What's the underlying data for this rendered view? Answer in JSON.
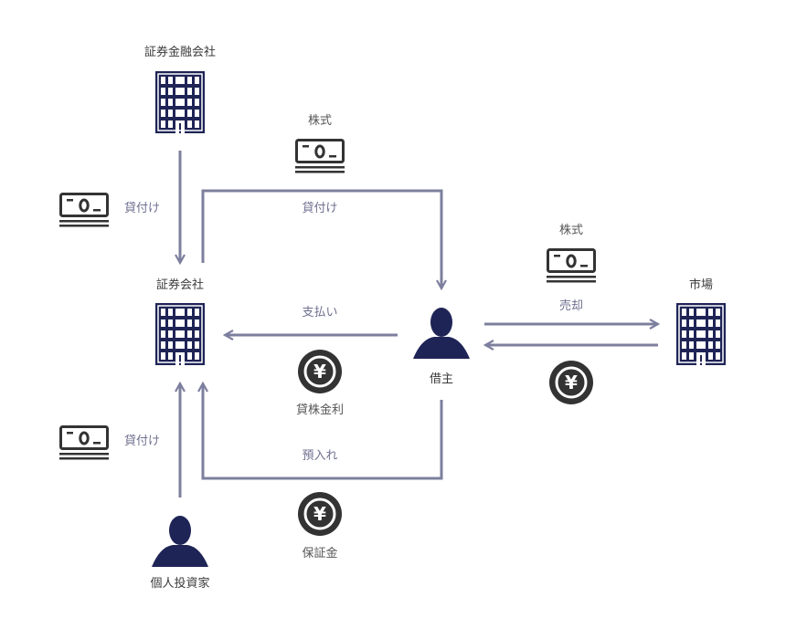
{
  "colors": {
    "entity": "#1f2456",
    "line": "#7d7f9e",
    "icon_dark": "#333333",
    "label_dark": "#3a3a3a",
    "label_flow": "#6f7090"
  },
  "entities": {
    "securities_finance": {
      "label": "証券金融会社",
      "icon": "building-icon"
    },
    "securities_company": {
      "label": "証券会社",
      "icon": "building-icon"
    },
    "borrower": {
      "label": "借主",
      "icon": "person-icon"
    },
    "market": {
      "label": "市場",
      "icon": "building-icon"
    },
    "individual_investor": {
      "label": "個人投資家",
      "icon": "person-icon"
    }
  },
  "items": {
    "stock_top": {
      "label": "株式",
      "icon": "stock-certificate-icon"
    },
    "stock_right": {
      "label": "株式",
      "icon": "stock-certificate-icon"
    },
    "loan_money_top": {
      "icon": "stock-certificate-icon"
    },
    "loan_money_bottom": {
      "icon": "stock-certificate-icon"
    },
    "lending_fee": {
      "label": "貸株金利",
      "icon": "yen-coin-icon"
    },
    "market_proceeds": {
      "icon": "yen-coin-icon"
    },
    "deposit": {
      "label": "保証金",
      "icon": "yen-coin-icon"
    }
  },
  "flows": {
    "finance_to_company": {
      "label": "貸付け"
    },
    "company_to_borrower": {
      "label": "貸付け"
    },
    "borrower_to_company_payment": {
      "label": "支払い"
    },
    "borrower_to_market": {
      "label": "売却"
    },
    "market_to_borrower": {
      "label": ""
    },
    "borrower_to_company_deposit": {
      "label": "預入れ"
    },
    "investor_to_company": {
      "label": "貸付け"
    }
  }
}
